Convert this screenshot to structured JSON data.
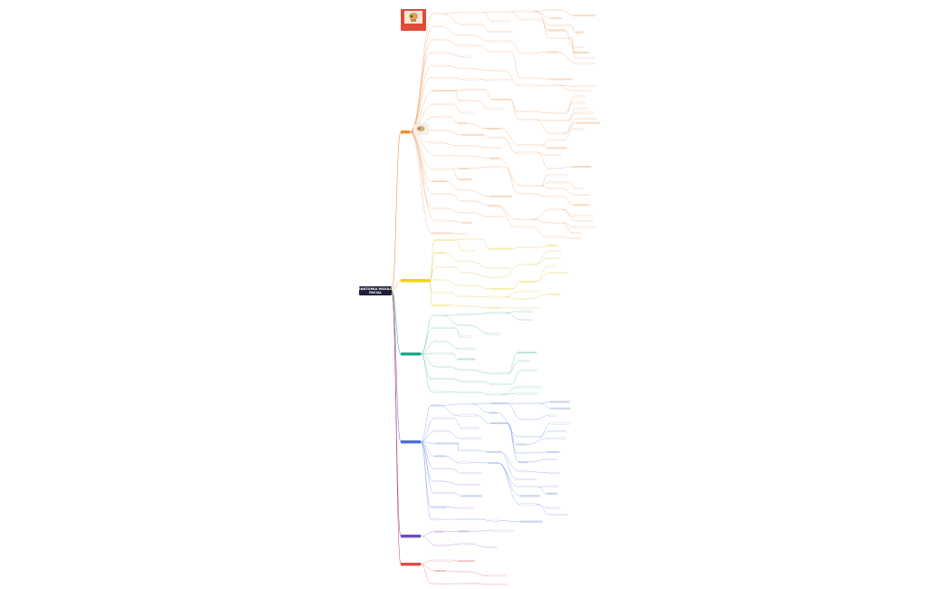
{
  "root": {
    "title": "ANATOMIA MAXILO FACIAL"
  },
  "branches": [
    {
      "id": "b1",
      "label": "",
      "color": "#e8843a",
      "fill": "#f28c28",
      "text": "dark"
    },
    {
      "id": "b2",
      "label": "",
      "color": "#d4b300",
      "fill": "#f2d300",
      "text": "dark"
    },
    {
      "id": "b3",
      "label": "",
      "color": "#1aa67a",
      "fill": "#19a88a",
      "text": "light"
    },
    {
      "id": "b4",
      "label": "",
      "color": "#4a6fd8",
      "fill": "#4a6fd8",
      "text": "light"
    },
    {
      "id": "b5",
      "label": "",
      "color": "#8a3fb0",
      "fill": "#6b4fb8",
      "text": "light"
    },
    {
      "id": "b6",
      "label": "",
      "color": "#d63a3a",
      "fill": "#e04a4a",
      "text": "light"
    }
  ],
  "images": [
    {
      "name": "skull-illustration-icon"
    },
    {
      "name": "skull-side-view-icon"
    }
  ]
}
